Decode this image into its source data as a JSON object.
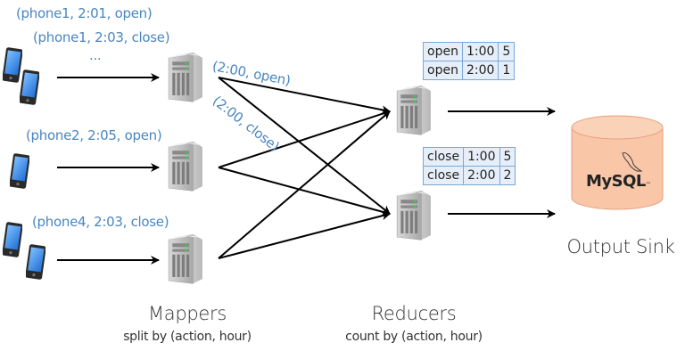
{
  "diagram": {
    "title": "MapReduce phone action counting pipeline",
    "inputs": [
      {
        "id": "group1",
        "phones": 2,
        "tuples": [
          "(phone1, 2:01, open)",
          "(phone1, 2:03, close)"
        ],
        "ellipsis": "..."
      },
      {
        "id": "group2",
        "phones": 1,
        "tuples": [
          "(phone2, 2:05, open)"
        ]
      },
      {
        "id": "group3",
        "phones": 2,
        "tuples": [
          "(phone4, 2:03, close)"
        ]
      }
    ],
    "mapper_edge_labels": [
      "(2:00, open)",
      "(2:00, close)"
    ],
    "mappers": {
      "count": 3,
      "title": "Mappers",
      "subtitle": "split by (action, hour)"
    },
    "reducers": {
      "title": "Reducers",
      "subtitle": "count by (action, hour)",
      "tables": [
        {
          "rows": [
            [
              "open",
              "1:00",
              "5"
            ],
            [
              "open",
              "2:00",
              "1"
            ]
          ]
        },
        {
          "rows": [
            [
              "close",
              "1:00",
              "5"
            ],
            [
              "close",
              "2:00",
              "2"
            ]
          ]
        }
      ]
    },
    "sink": {
      "logo_text": "MySQL",
      "logo_tm": "™",
      "label": "Output Sink"
    },
    "colors": {
      "tuple_text": "#4a86c0",
      "table_bg": "#e6eff9",
      "table_border": "#7aa7d6",
      "db_fill": "#f9c6a8",
      "db_stroke": "#e7a07a"
    }
  }
}
